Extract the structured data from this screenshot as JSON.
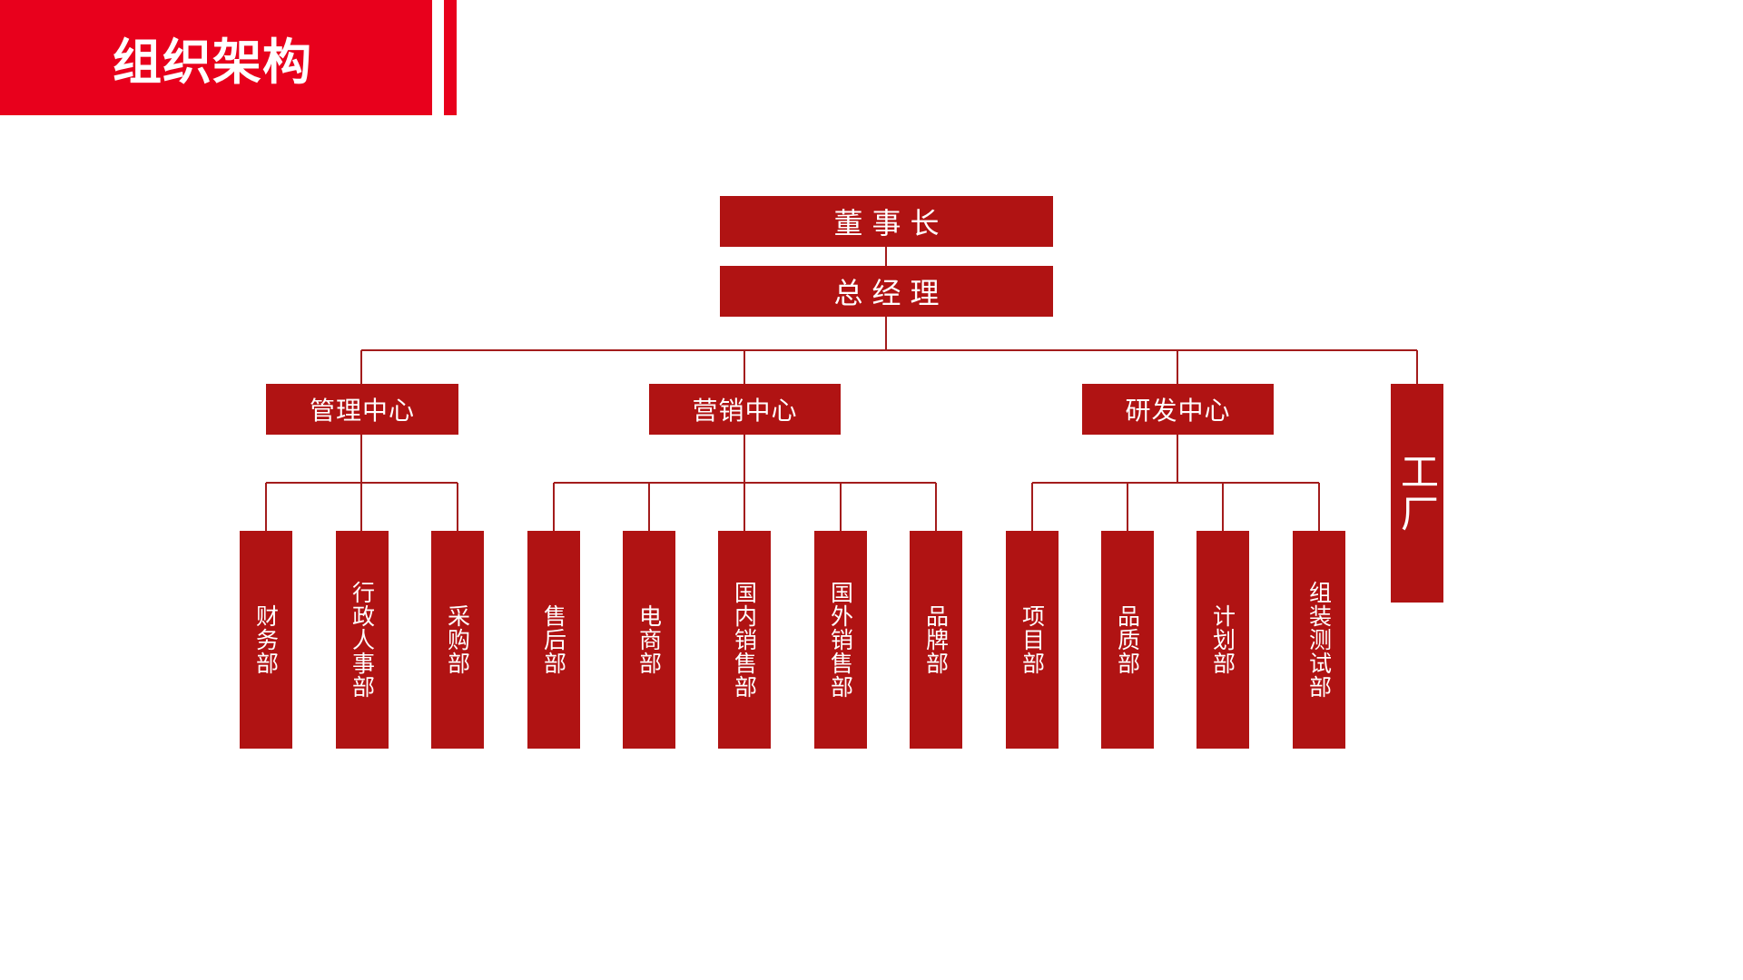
{
  "header": {
    "title": "组织架构"
  },
  "org": {
    "chairman": "董事长",
    "general_manager": "总经理",
    "centers": [
      {
        "label": "管理中心",
        "departments": [
          "财务部",
          "行政人事部",
          "采购部"
        ]
      },
      {
        "label": "营销中心",
        "departments": [
          "售后部",
          "电商部",
          "国内销售部",
          "国外销售部",
          "品牌部"
        ]
      },
      {
        "label": "研发中心",
        "departments": [
          "项目部",
          "品质部",
          "计划部",
          "组装测试部"
        ]
      }
    ],
    "factory": "工厂"
  },
  "colors": {
    "accent": "#e8001c",
    "box": "#b01313",
    "line": "#a31c1c",
    "text": "#ffffff"
  }
}
